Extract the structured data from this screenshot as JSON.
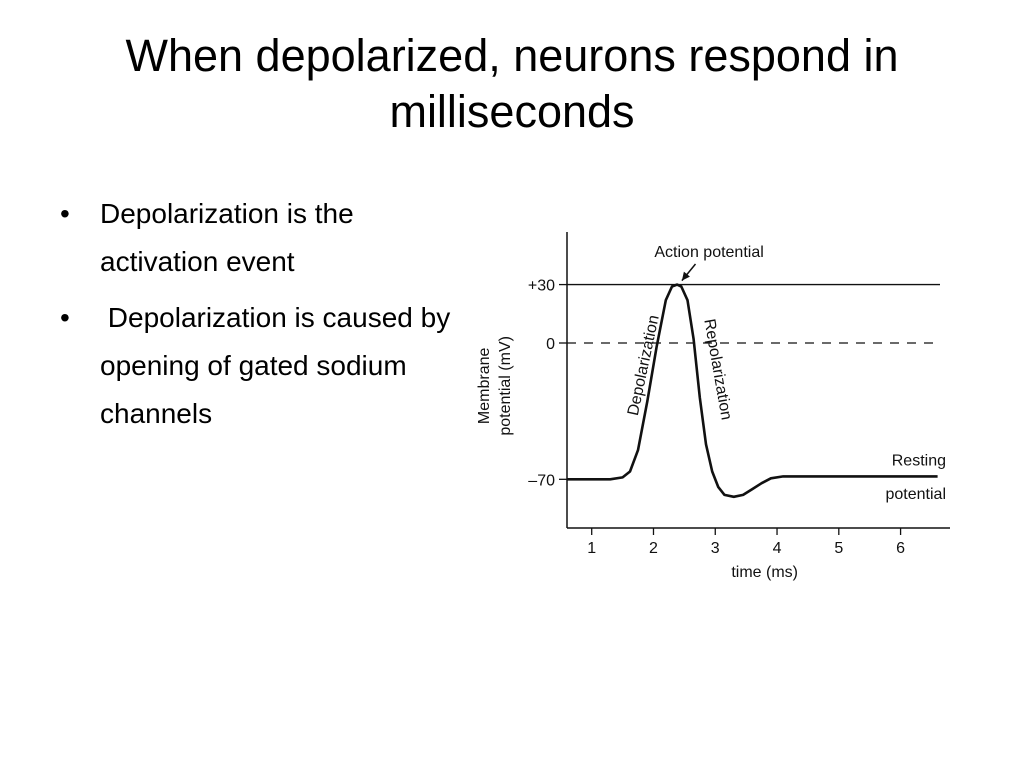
{
  "slide": {
    "title_line1": "When depolarized, neurons respond in",
    "title_line2": "milliseconds",
    "bullets": [
      "Depolarization is the activation event",
      " Depolarization is caused by opening of gated sodium channels"
    ]
  },
  "chart_data": {
    "type": "line",
    "xlabel": "time (ms)",
    "ylabel_line1": "Membrane",
    "ylabel_line2": "potential (mV)",
    "xlim": [
      0.6,
      6.8
    ],
    "ylim": [
      -95,
      57
    ],
    "x_ticks": [
      1,
      2,
      3,
      4,
      5,
      6
    ],
    "x_tick_labels": [
      "1",
      "2",
      "3",
      "4",
      "5",
      "6"
    ],
    "y_ticks": [
      30,
      0,
      -70
    ],
    "y_tick_labels": [
      "+30",
      "0",
      "–70"
    ],
    "reference_lines": [
      {
        "y": 30,
        "style": "solid"
      },
      {
        "y": 0,
        "style": "dashed"
      }
    ],
    "series": [
      {
        "x": [
          0.6,
          1.3,
          1.5,
          1.62,
          1.75,
          1.9,
          2.05,
          2.2,
          2.3,
          2.38,
          2.45,
          2.55,
          2.65,
          2.75,
          2.85,
          2.95,
          3.05,
          3.15,
          3.3,
          3.45,
          3.6,
          3.75,
          3.9,
          4.1,
          4.4,
          5.0,
          5.5,
          6.0,
          6.6
        ],
        "y": [
          -70,
          -70,
          -69,
          -66,
          -55,
          -30,
          -2,
          22,
          29,
          30,
          29,
          22,
          2,
          -28,
          -52,
          -66,
          -74,
          -78,
          -79,
          -78,
          -75,
          -72,
          -69.5,
          -68.5,
          -68.5,
          -68.5,
          -68.5,
          -68.5,
          -68.5
        ]
      }
    ],
    "annotations": {
      "action_potential": "Action potential",
      "depolarization": "Depolarization",
      "repolarization": "Repolarization",
      "resting_line1": "Resting",
      "resting_line2": "potential"
    }
  }
}
